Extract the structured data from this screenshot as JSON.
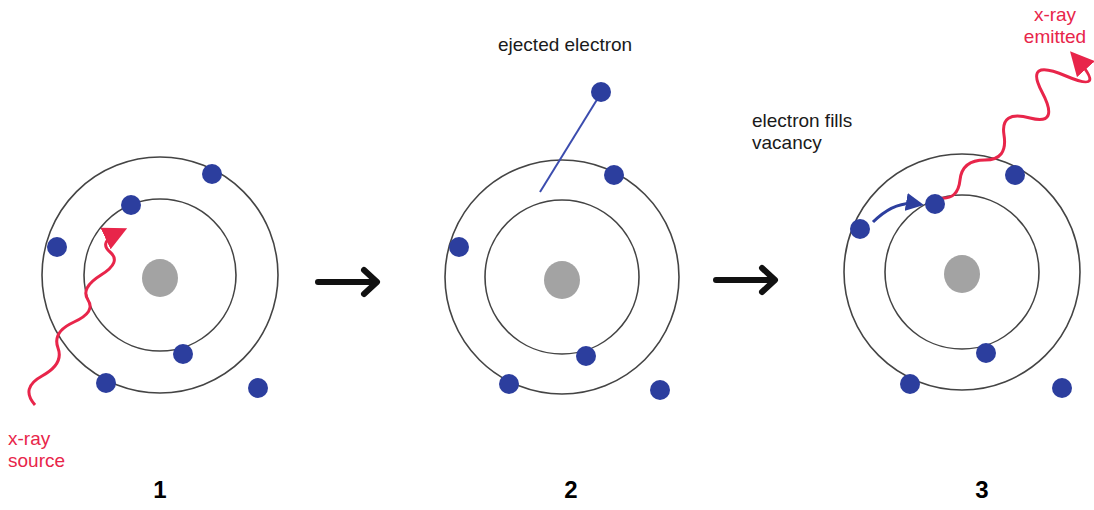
{
  "diagram": {
    "labels": [
      "x-ray source",
      "1",
      "ejected electron",
      "2",
      "electron fills vacancy",
      "x-ray emitted",
      "3"
    ]
  }
}
